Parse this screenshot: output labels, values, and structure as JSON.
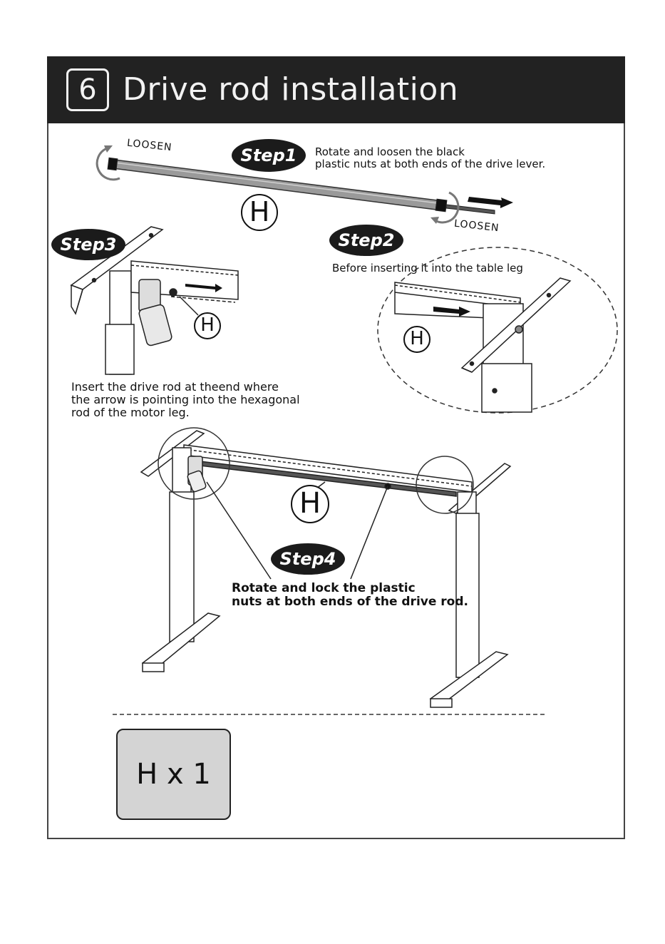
{
  "header": {
    "step_number": "6",
    "title": "Drive rod  installation"
  },
  "step1": {
    "badge": "Step1",
    "description_line1": "Rotate and loosen the black",
    "description_line2": "plastic nuts at both ends of the drive lever.",
    "left_label": "LOOSEN",
    "right_label": "LOOSEN",
    "part_label": "H"
  },
  "step2": {
    "badge": "Step2",
    "description": "Before inserting it into the table leg",
    "part_label": "H"
  },
  "step3": {
    "badge": "Step3",
    "description_line1": "Insert the drive rod at theend where",
    "description_line2": "the arrow is pointing into the hexagonal",
    "description_line3": "rod of the motor leg.",
    "part_label": "H"
  },
  "step4": {
    "badge": "Step4",
    "description_line1": "Rotate and lock the plastic",
    "description_line2": "nuts at both ends of the drive rod.",
    "part_label": "H"
  },
  "parts": {
    "label": "H x 1"
  },
  "colors": {
    "header_bg": "#222222",
    "badge_bg": "#1b1b1b",
    "parts_box_bg": "#d4d4d4"
  }
}
